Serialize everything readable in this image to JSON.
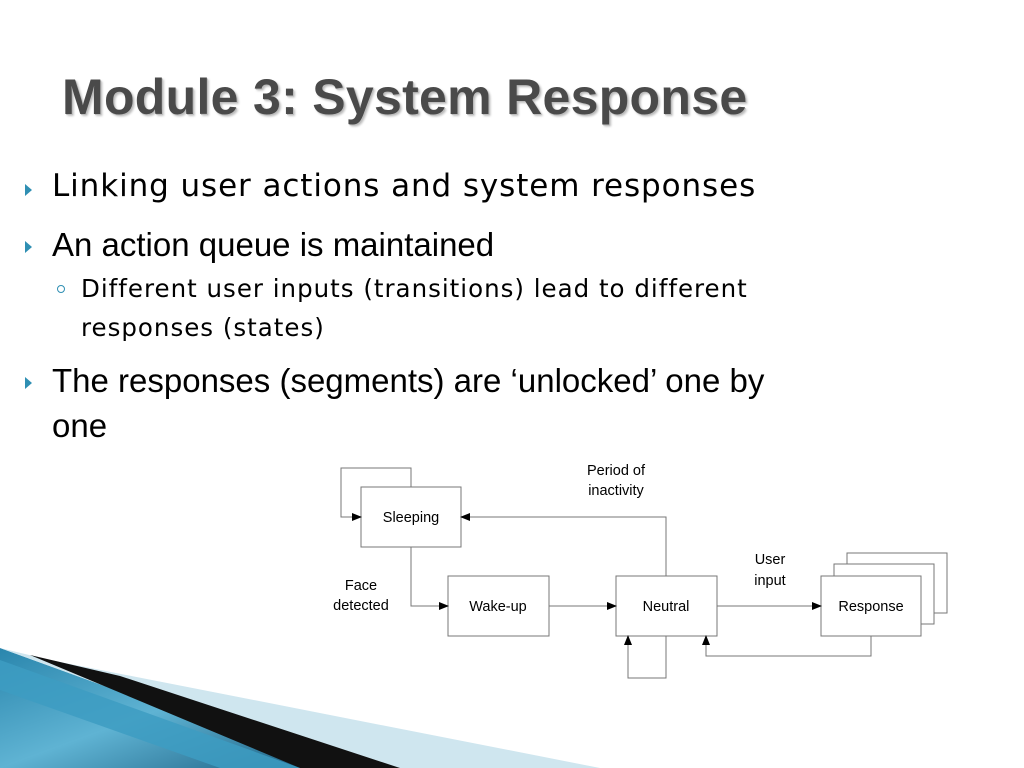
{
  "slide": {
    "title": "Module 3: System Response",
    "bullets": [
      "Linking user actions and system responses",
      "An action queue is maintained",
      "The responses (segments) are ‘unlocked’ one by",
      "one"
    ],
    "sub_bullet_lines": [
      "Different user inputs (transitions) lead to different",
      "responses (states)"
    ]
  },
  "diagram": {
    "states": {
      "sleeping": "Sleeping",
      "wakeup": "Wake-up",
      "neutral": "Neutral",
      "response": "Response"
    },
    "labels": {
      "inactivity_1": "Period of",
      "inactivity_2": "inactivity",
      "face_1": "Face",
      "face_2": "detected",
      "user_1": "User",
      "user_2": "input"
    }
  },
  "colors": {
    "title": "#4a4a4a",
    "bullet_accent": "#2f8fb3",
    "decor_dark": "#1d5f80",
    "decor_light": "#8fc8de"
  }
}
